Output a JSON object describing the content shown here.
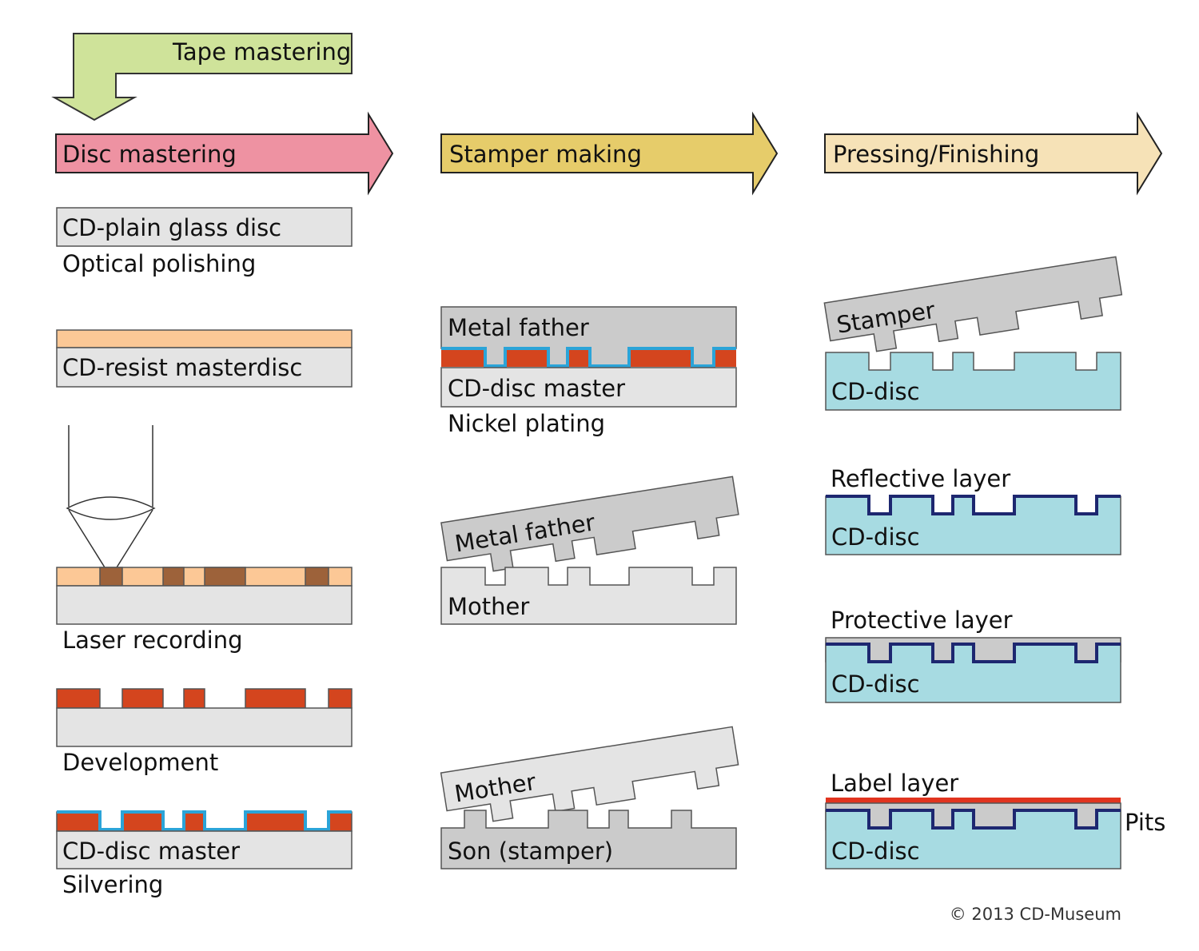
{
  "colors": {
    "tape_arrow": "#cfe39a",
    "disc_mastering_arrow": "#ee92a2",
    "stamper_making_arrow": "#e6cc6a",
    "pressing_arrow": "#f6e2b7",
    "glass": "#e4e4e4",
    "resist": "#fcc896",
    "exposed_resist": "#9d623a",
    "developed_resist": "#d4451e",
    "silver": "#2ba4d8",
    "metal": "#cbcbcb",
    "mother": "#e4e4e4",
    "cd_disc": "#a7dbe2",
    "reflective": "#1d2770",
    "label_layer": "#e1341f"
  },
  "stages": {
    "tape_mastering": "Tape mastering",
    "disc_mastering": "Disc mastering",
    "stamper_making": "Stamper making",
    "pressing_finishing": "Pressing/Finishing"
  },
  "disc_mastering": {
    "plain_glass_disc": "CD-plain glass disc",
    "optical_polishing": "Optical polishing",
    "resist_masterdisc": "CD-resist masterdisc",
    "laser_recording": "Laser recording",
    "development": "Development",
    "cd_disc_master": "CD-disc master",
    "silvering": "Silvering"
  },
  "stamper_making": {
    "metal_father": "Metal father",
    "cd_disc_master": "CD-disc master",
    "nickel_plating": "Nickel plating",
    "metal_father_tilted": "Metal father",
    "mother": "Mother",
    "mother_tilted": "Mother",
    "son_stamper": "Son (stamper)"
  },
  "pressing_finishing": {
    "stamper": "Stamper",
    "cd_disc_1": "CD-disc",
    "reflective_layer": "Reflective layer",
    "cd_disc_2": "CD-disc",
    "protective_layer": "Protective layer",
    "cd_disc_3": "CD-disc",
    "label_layer": "Label layer",
    "cd_disc_4": "CD-disc",
    "pits": "Pits"
  },
  "copyright": "© 2013 CD-Museum"
}
